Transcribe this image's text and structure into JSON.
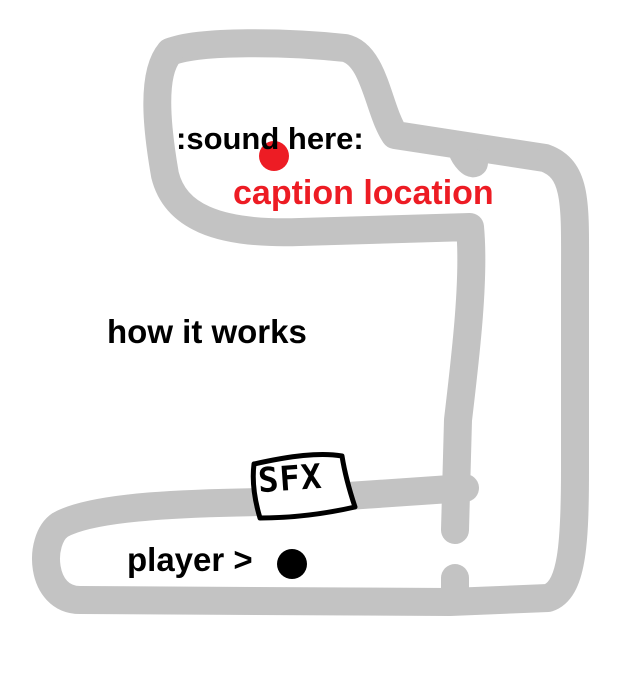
{
  "labels": {
    "sound_here": ":sound here:",
    "caption_location": "caption location",
    "how_it_works": "how it works",
    "player": "player >",
    "sfx": "SFX"
  },
  "colors": {
    "path": "#c3c3c3",
    "caption": "#ed1c24",
    "text": "#000000",
    "background": "#ffffff"
  }
}
